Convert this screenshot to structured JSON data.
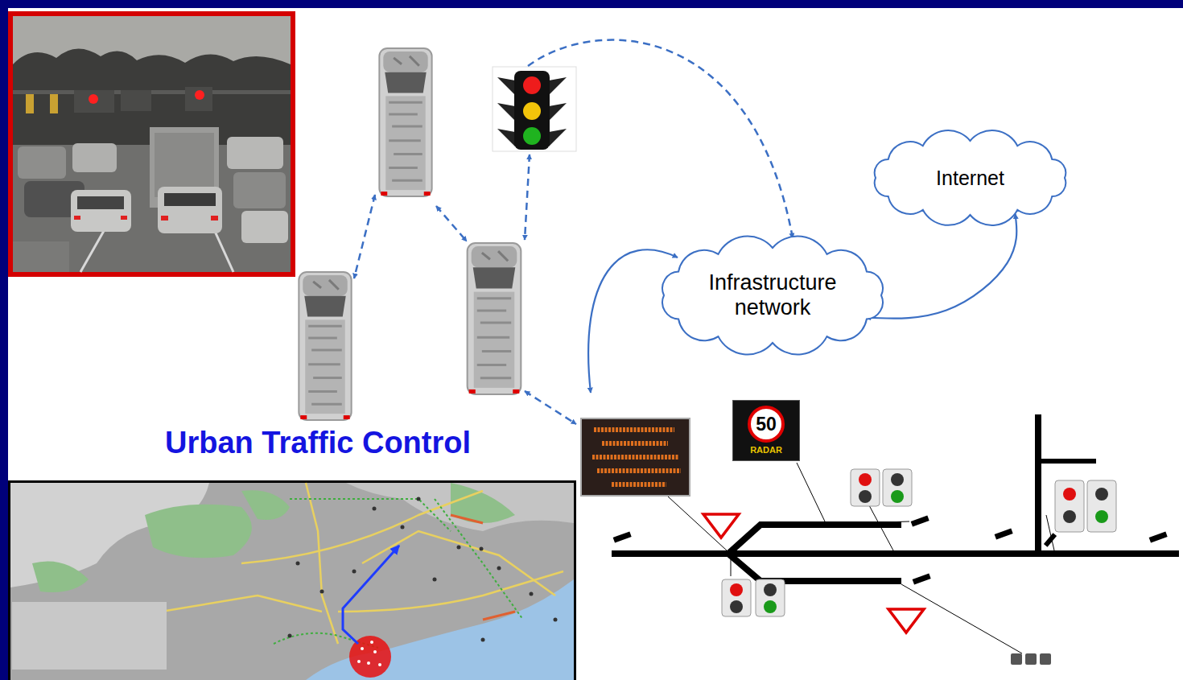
{
  "diagram": {
    "nodes": [
      {
        "text": [
          "Internet"
        ]
      },
      {
        "text": [
          "Infrastructure network"
        ]
      },
      {
        "text": [
          "50",
          "RADAR"
        ]
      }
    ],
    "edges": [
      {
        "from": 1,
        "to": 0,
        "arrow": "both"
      }
    ],
    "labels": [
      "Urban Traffic Control"
    ]
  }
}
